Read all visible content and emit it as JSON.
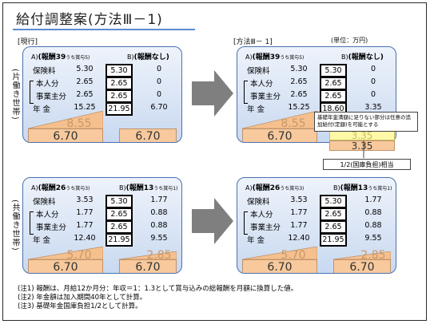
{
  "title": "給付調整案(方法Ⅲ－1)",
  "label_current": "[現行]",
  "label_method": "[方法Ⅲ－ 1]",
  "label_unit": "(単位：万円)",
  "side_single": "(片働き世帯)",
  "side_double": "(共働き世帯)",
  "top_left": {
    "col_a": "A)",
    "col_a_head": "(報酬39",
    "col_a_sub": "うち賞与5)",
    "col_b": "B)",
    "col_b_head": "(報酬なし)",
    "rows": [
      {
        "label": "保険料",
        "a": "5.30",
        "a_box": "5.30",
        "b": "0"
      },
      {
        "label": "本人分",
        "a": "2.65",
        "a_box": "2.65",
        "b": "0"
      },
      {
        "label": "事業主分",
        "a": "2.65",
        "a_box": "2.65",
        "b": "0"
      },
      {
        "label": "年 金",
        "a": "15.25",
        "a_box": "21.95",
        "b": "6.70"
      }
    ],
    "tri_value": "8.55",
    "bar_left": "6.70",
    "bar_right": "6.70"
  },
  "top_right": {
    "col_a": "A)",
    "col_a_head": "(報酬39",
    "col_a_sub": "うち賞与5)",
    "col_b": "B)",
    "col_b_head": "(報酬なし)",
    "rows": [
      {
        "label": "保険料",
        "a": "5.30",
        "a_box": "5.30",
        "b": "0"
      },
      {
        "label": "本人分",
        "a": "2.65",
        "a_box": "2.65",
        "b": "0"
      },
      {
        "label": "事業主分",
        "a": "2.65",
        "a_box": "2.65",
        "b": "0"
      },
      {
        "label": "年 金",
        "a": "15.25",
        "a_box": "18.60",
        "b": "3.35"
      }
    ],
    "tri_value": "8.55",
    "bar_left": "6.70",
    "bar_right_top": "3.35",
    "bar_right_bottom": "3.35"
  },
  "bottom_left": {
    "col_a": "A)",
    "col_a_head": "(報酬26",
    "col_a_sub": "うち賞与3)",
    "col_b": "B)",
    "col_b_head": "(報酬13",
    "col_b_sub": "うち賞与1)",
    "rows": [
      {
        "label": "保険料",
        "a": "3.53",
        "a_box": "5.30",
        "b": "1.77"
      },
      {
        "label": "本人分",
        "a": "1.77",
        "a_box": "2.65",
        "b": "0.88"
      },
      {
        "label": "事業主分",
        "a": "1.77",
        "a_box": "2.65",
        "b": "0.88"
      },
      {
        "label": "年 金",
        "a": "12.40",
        "a_box": "21.95",
        "b": "9.55"
      }
    ],
    "tri_left": "5.70",
    "tri_right": "2.85",
    "bar_left": "6.70",
    "bar_right": "6.70"
  },
  "bottom_right": {
    "col_a": "A)",
    "col_a_head": "(報酬26",
    "col_a_sub": "うち賞与3)",
    "col_b": "B)",
    "col_b_head": "(報酬13",
    "col_b_sub": "うち賞与1)",
    "rows": [
      {
        "label": "保険料",
        "a": "3.53",
        "a_box": "5.30",
        "b": "1.77"
      },
      {
        "label": "本人分",
        "a": "1.77",
        "a_box": "2.65",
        "b": "0.88"
      },
      {
        "label": "事業主分",
        "a": "1.77",
        "a_box": "2.65",
        "b": "0.88"
      },
      {
        "label": "年 金",
        "a": "12.40",
        "a_box": "21.95",
        "b": "9.55"
      }
    ],
    "tri_left": "5.70",
    "tri_right": "2.85",
    "bar_left": "6.70",
    "bar_right": "6.70"
  },
  "callout": "基礎年金満額に足りない部分は任意の追加給付(定額)を可能とする",
  "caption": "1/2(国庫負担)相当",
  "notes": [
    "(注1) 報酬は、月給12か月分：年収＝1：1.3として賞与込みの総報酬を月額に換算した値。",
    "(注2) 年金額は加入期間40年として計算。",
    "(注3) 基礎年金国庫負担1/2として計算。"
  ],
  "colors": {
    "panel_border": "#4a72b0",
    "bar": "#f7c99c",
    "triangle": "#f5c08e",
    "arrow": "#7f7f7f"
  }
}
